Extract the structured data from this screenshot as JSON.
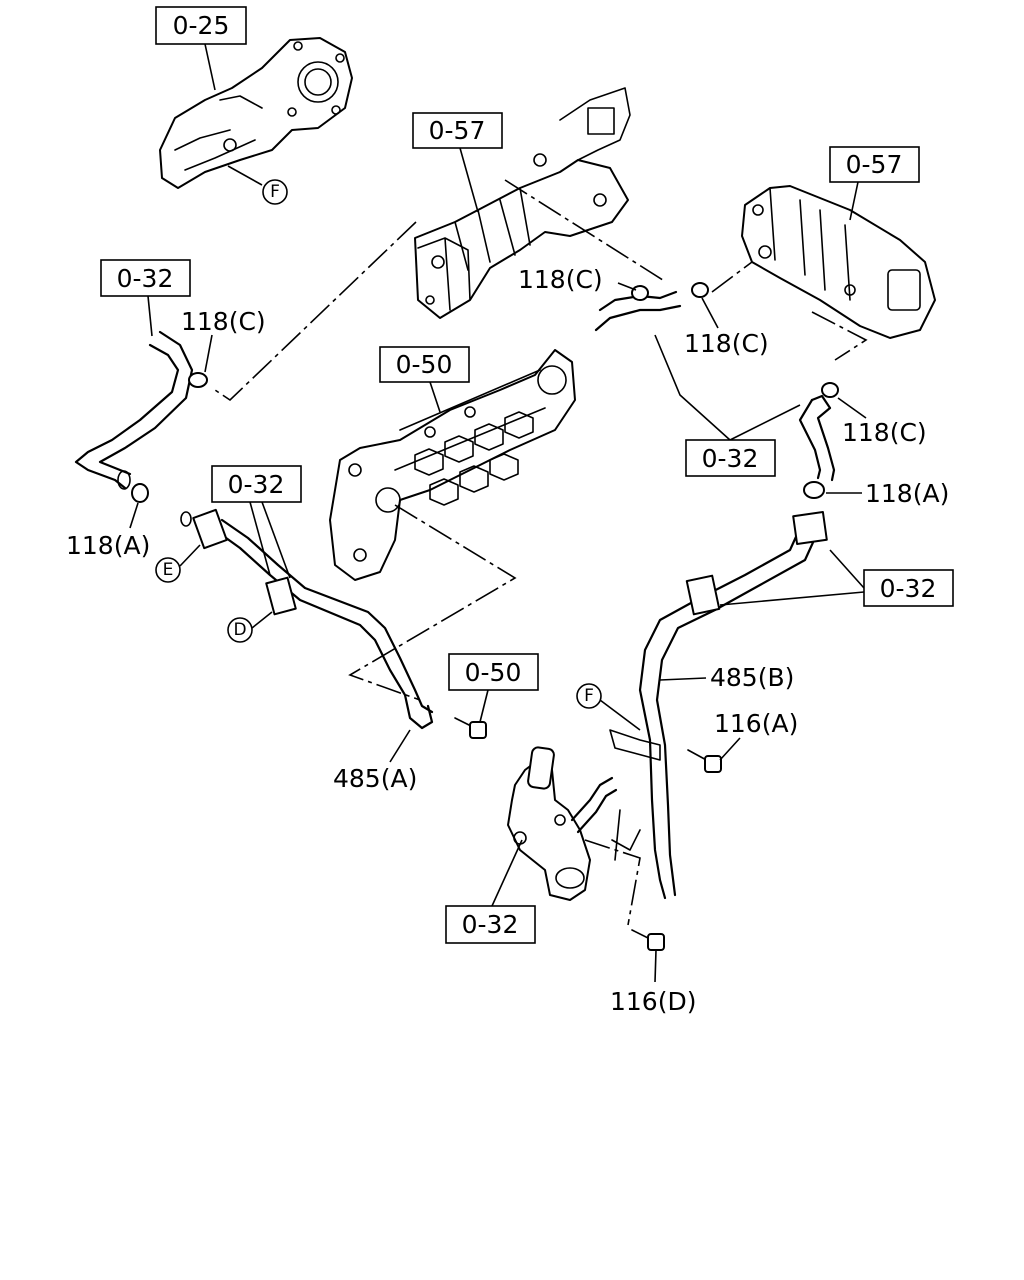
{
  "ref_boxes": {
    "r025": "0-25",
    "r057a": "0-57",
    "r057b": "0-57",
    "r032_left_hose": "0-32",
    "r032_left_pipe": "0-32",
    "r050_cooler": "0-50",
    "r050_bolt": "0-50",
    "r032_right_hose": "0-32",
    "r032_right_pipe": "0-32",
    "r032_housing": "0-32"
  },
  "part_labels": {
    "c118_top_left": "118(C)",
    "c118_mid_upper": "118(C)",
    "c118_mid_lower": "118(C)",
    "c118_right": "118(C)",
    "a118_left": "118(A)",
    "a118_right": "118(A)",
    "p485a": "485(A)",
    "p485b": "485(B)",
    "b116a": "116(A)",
    "b116d": "116(D)"
  },
  "markers": {
    "f_top": "F",
    "e_left": "E",
    "d_left": "D",
    "f_right": "F"
  }
}
